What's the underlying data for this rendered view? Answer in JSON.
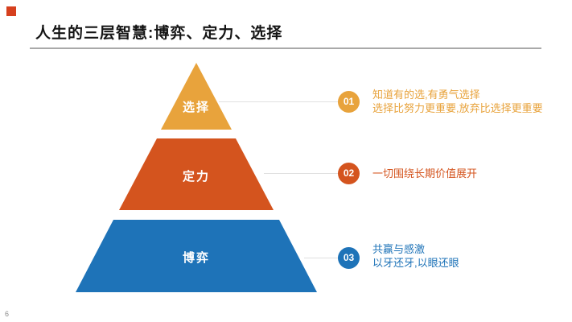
{
  "slide": {
    "title": "人生的三层智慧:博弈、定力、选择",
    "page_number": "6"
  },
  "colors": {
    "accent_red": "#D6401E",
    "gold": "#E8A33C",
    "orange": "#D4541E",
    "blue": "#1E73B8",
    "connector_gray": "#E0E0E0",
    "underline_gray": "#A9A9A9"
  },
  "pyramid": {
    "layers": [
      {
        "label": "选择",
        "color": "#E8A33C"
      },
      {
        "label": "定力",
        "color": "#D4541E"
      },
      {
        "label": "博弈",
        "color": "#1E73B8"
      }
    ]
  },
  "annotations": [
    {
      "number": "01",
      "color": "#E8A33C",
      "lines": [
        "知道有的选,有勇气选择",
        "选择比努力更重要,放弃比选择更重要"
      ]
    },
    {
      "number": "02",
      "color": "#D4541E",
      "lines": [
        "一切围绕长期价值展开"
      ]
    },
    {
      "number": "03",
      "color": "#1E73B8",
      "lines": [
        "共赢与感激",
        "以牙还牙,以眼还眼"
      ]
    }
  ]
}
